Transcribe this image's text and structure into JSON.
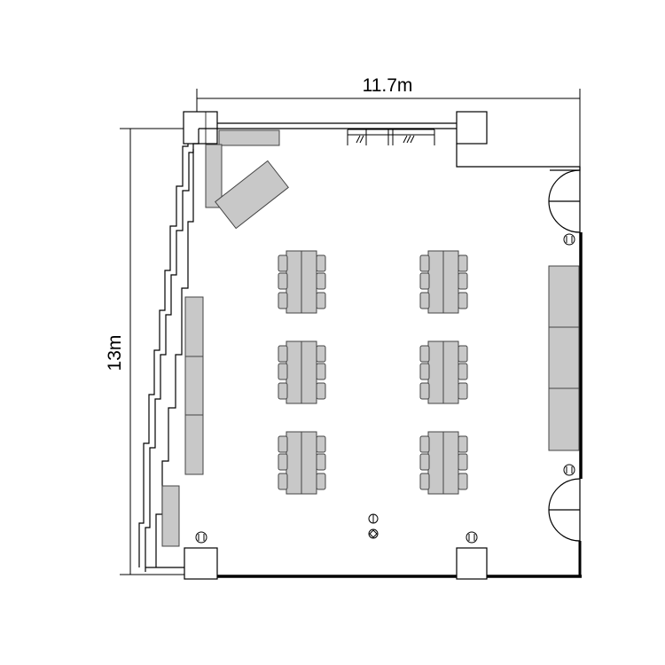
{
  "floor_plan": {
    "width_label": "11.7m",
    "height_label": "13m",
    "table_group_count": 6,
    "colors": {
      "wall": "#000000",
      "furniture_fill": "#c8c8c8",
      "furniture_stroke": "#444444",
      "background": "#ffffff"
    },
    "icons": [
      "outlet-icon",
      "door-swing-icon",
      "chair-icon",
      "table-icon",
      "movable-partition-icon"
    ]
  }
}
